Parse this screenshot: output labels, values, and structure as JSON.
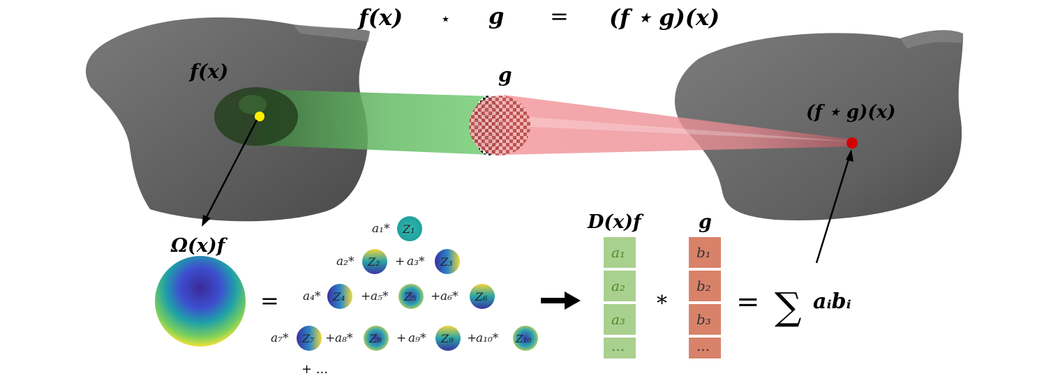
{
  "equation": {
    "f": "f(x)",
    "star": "⋆",
    "g": "g",
    "equals": "=",
    "result": "(f ⋆ g)(x)"
  },
  "labels": {
    "f_point": "f(x)",
    "kernel": "g",
    "conv_point": "(f ⋆ g)(x)",
    "omega": "Ω(x)f",
    "equals_main": "=",
    "descriptor": "D(x)f",
    "descriptor_g": "g",
    "times": "*",
    "equals_sum": "=",
    "sum_symbol": "∑",
    "sum_term": "aᵢbᵢ",
    "tail": "+ ..."
  },
  "expansion": {
    "rows": [
      [
        {
          "coef": "a₁*",
          "z": "Z₁",
          "plus": ""
        }
      ],
      [
        {
          "coef": "a₂*",
          "z": "Z₂",
          "plus": ""
        },
        {
          "coef": "a₃*",
          "z": "Z₃",
          "plus": "+"
        }
      ],
      [
        {
          "coef": "a₄*",
          "z": "Z₄",
          "plus": ""
        },
        {
          "coef": "a₅*",
          "z": "Z₅",
          "plus": "+"
        },
        {
          "coef": "a₆*",
          "z": "Z₆",
          "plus": "+"
        }
      ],
      [
        {
          "coef": "a₇*",
          "z": "Z₇",
          "plus": ""
        },
        {
          "coef": "a₈*",
          "z": "Z₈",
          "plus": "+"
        },
        {
          "coef": "a₉*",
          "z": "Z₉",
          "plus": "+"
        },
        {
          "coef": "a₁₀*",
          "z": "Z₁₀",
          "plus": "+"
        }
      ]
    ]
  },
  "vectors": {
    "a": [
      "a₁",
      "a₂",
      "a₃",
      "..."
    ],
    "b": [
      "b₁",
      "b₂",
      "b₃",
      "..."
    ],
    "a_fill": "#a9d08e",
    "a_text": "#4e8a2a",
    "b_fill": "#d9826a",
    "b_text": "#333333"
  },
  "colors": {
    "shape": "#6f6f6f",
    "green_beam": "#7ccb7c",
    "red_beam": "#f4a0a5",
    "point_yellow": "#ffee00",
    "point_red": "#d40000"
  }
}
